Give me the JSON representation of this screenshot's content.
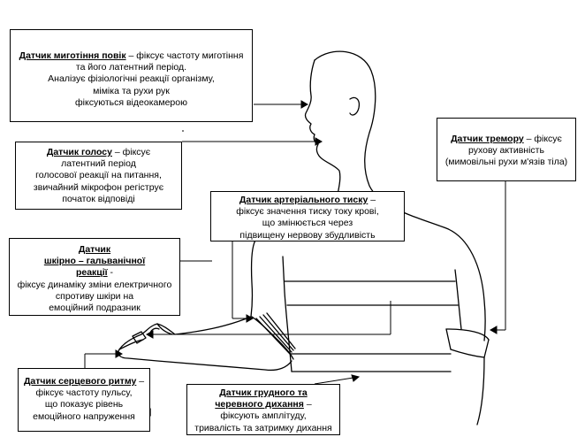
{
  "sensors": {
    "blink": {
      "title": "Датчик миготіння повік",
      "l1": " – фіксує частоту миготіння",
      "l2": "та його латентний період.",
      "l3": "Аналізує фізіологічні реакції організму,",
      "l4": "міміка та рухи рук",
      "l5": "фіксуються відеокамерою"
    },
    "voice": {
      "title": "Датчик голосу",
      "l1": " – фіксує",
      "l2": "латентний період",
      "l3": "голосової реакції на питання,",
      "l4": "звичайний мікрофон регіструє",
      "l5": "початок відповіді"
    },
    "tremor": {
      "title": "Датчик тремору",
      "l1": " – фіксує",
      "l2": "рухову активність",
      "l3": "(мимовільні рухи м'язів тіла)"
    },
    "pressure": {
      "title": "Датчик артеріального тиску",
      "l1": " –",
      "l2": "фіксує значення тиску току крові,",
      "l3": "що змінюється через",
      "l4": "підвищену нервову збудливість"
    },
    "skin": {
      "title1": "Датчик",
      "title2": "шкірно – гальванічної",
      "title3": "реакції",
      "l0": " -",
      "l1": "фіксує динаміку зміни електричного",
      "l2": "спротиву шкіри на",
      "l3": "емоційний подразник"
    },
    "heart": {
      "title": "Датчик серцевого ритму",
      "l1": " –",
      "l2": "фіксує частоту пульсу,",
      "l3": "що показує рівень",
      "l4": "емоційного напруження"
    },
    "breath": {
      "title1": "Датчик грудного та",
      "title2": "черевного дихання",
      "l1": " –",
      "l2": "фіксують амплітуду,",
      "l3": "тривалість та затримку дихання"
    }
  }
}
